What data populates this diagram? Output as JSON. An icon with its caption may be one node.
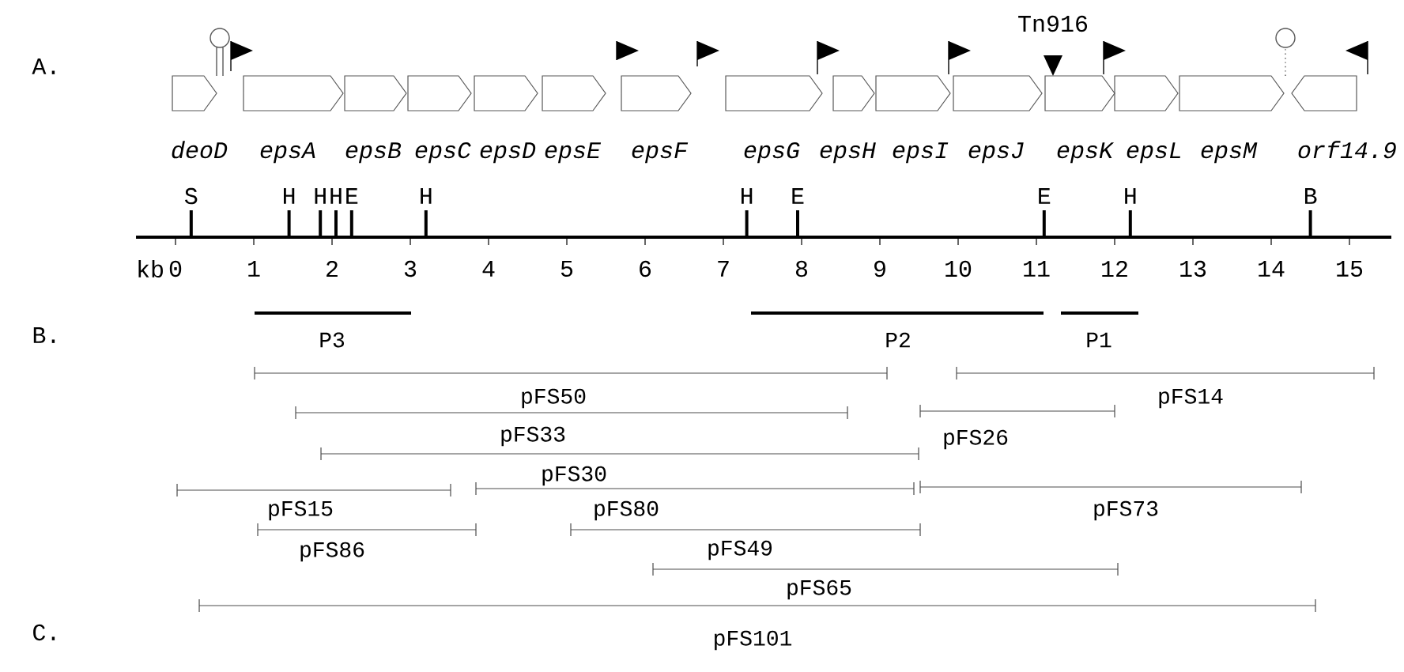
{
  "diagram": {
    "nodes": [
      {
        "text": [
          "deoD"
        ]
      },
      {
        "text": [
          "epsA"
        ]
      },
      {
        "text": [
          "epsB"
        ]
      },
      {
        "text": [
          "epsC"
        ]
      },
      {
        "text": [
          "epsD"
        ]
      },
      {
        "text": [
          "epsE"
        ]
      },
      {
        "text": [
          "epsF"
        ]
      },
      {
        "text": [
          "epsG"
        ]
      },
      {
        "text": [
          "epsH"
        ]
      },
      {
        "text": [
          "epsI"
        ]
      },
      {
        "text": [
          "epsJ"
        ]
      },
      {
        "text": [
          "epsK"
        ]
      },
      {
        "text": [
          "epsL"
        ]
      },
      {
        "text": [
          "epsM"
        ]
      },
      {
        "text": [
          "orf14.9"
        ]
      }
    ],
    "labels": [
      "A.",
      "Tn916",
      "S",
      "H",
      "H",
      "H",
      "E",
      "H",
      "H",
      "E",
      "E",
      "H",
      "B",
      "kb",
      "0",
      "1",
      "2",
      "3",
      "4",
      "5",
      "6",
      "7",
      "8",
      "9",
      "10",
      "11",
      "12",
      "13",
      "14",
      "15",
      "B.",
      "P3",
      "P2",
      "P1",
      "pFS50",
      "pFS14",
      "pFS33",
      "pFS26",
      "pFS30",
      "pFS15",
      "pFS80",
      "pFS73",
      "pFS86",
      "pFS49",
      "pFS65",
      "C.",
      "pFS101"
    ]
  }
}
